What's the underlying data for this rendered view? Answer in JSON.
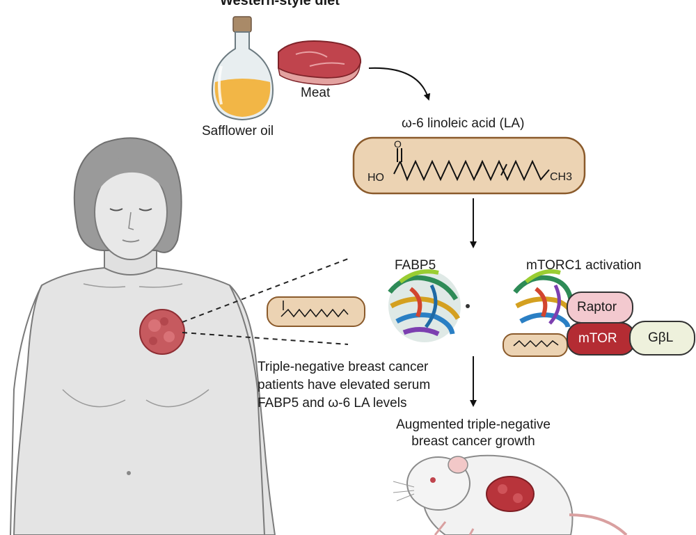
{
  "title": "Western-style diet",
  "foods": {
    "oil_label": "Safflower oil",
    "meat_label": "Meat"
  },
  "la": {
    "label": "ω-6 linoleic acid (LA)",
    "formula_ho": "HO",
    "formula_o": "O",
    "formula_ch3": "CH3"
  },
  "fabp5": {
    "label": "FABP5"
  },
  "mtorc1": {
    "label": "mTORC1 activation",
    "raptor": "Raptor",
    "mtor": "mTOR",
    "gbl": "GβL"
  },
  "patients_text": [
    "Triple-negative breast cancer",
    "patients have elevated serum",
    "FABP5 and ω-6 LA levels"
  ],
  "growth_text": [
    "Augmented triple-negative",
    "breast cancer growth"
  ],
  "colors": {
    "pill_fill": "#ecd3b3",
    "pill_stroke": "#8a5a2b",
    "tumor": "#c65a5f",
    "raptor_fill": "#f3c9cf",
    "mtor_fill": "#b42c33",
    "gbl_fill": "#eef1dc",
    "skin": "#e4e4e4",
    "hair": "#9a9a9a"
  }
}
